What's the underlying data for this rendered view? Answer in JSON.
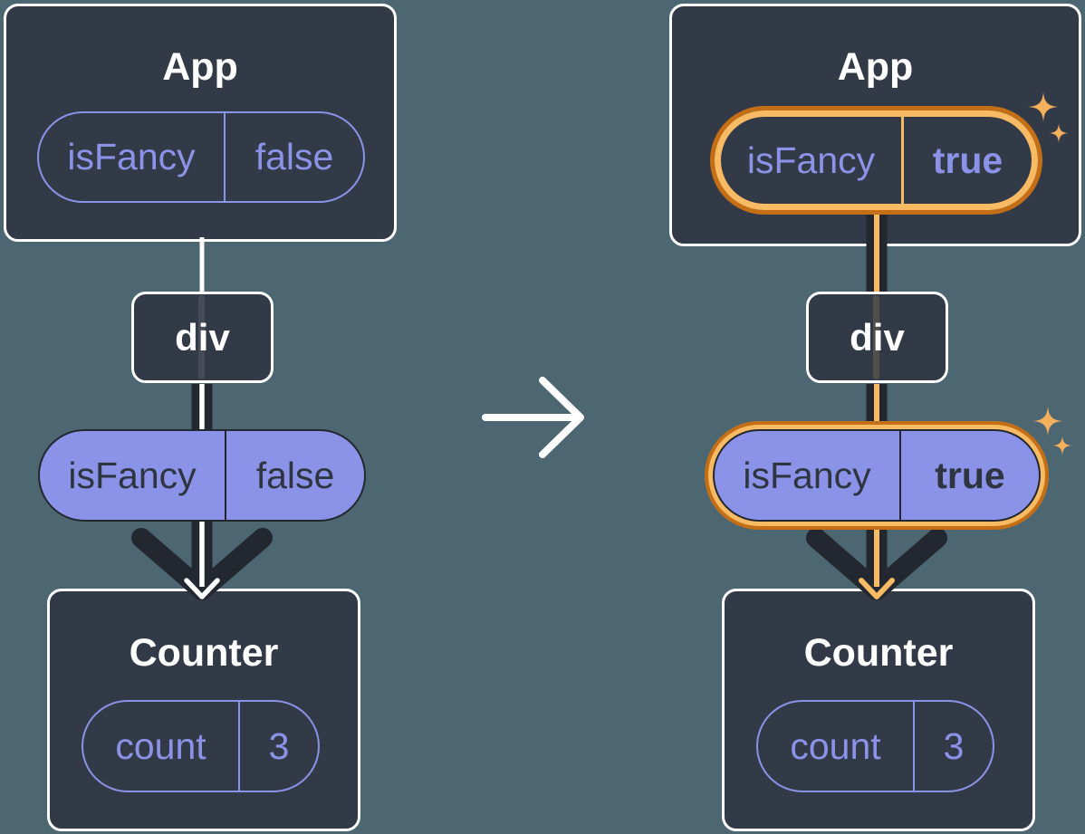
{
  "colors": {
    "bg": "#4D6772",
    "card": "#333A47",
    "ink-dark": "#23272F",
    "text-on-purple": "#2F3540",
    "white": "#FFFFFF",
    "purple": "#8B93E8",
    "orange-dark": "#C46F16",
    "orange-light": "#F8BA62",
    "sparkle": "#F5B05E"
  },
  "before": {
    "app": {
      "title": "App",
      "prop": {
        "name": "isFancy",
        "value": "false"
      }
    },
    "div": {
      "title": "div"
    },
    "passed_prop": {
      "name": "isFancy",
      "value": "false"
    },
    "counter": {
      "title": "Counter",
      "state": {
        "name": "count",
        "value": "3"
      }
    }
  },
  "after": {
    "app": {
      "title": "App",
      "prop": {
        "name": "isFancy",
        "value": "true"
      }
    },
    "div": {
      "title": "div"
    },
    "passed_prop": {
      "name": "isFancy",
      "value": "true"
    },
    "counter": {
      "title": "Counter",
      "state": {
        "name": "count",
        "value": "3"
      }
    }
  }
}
